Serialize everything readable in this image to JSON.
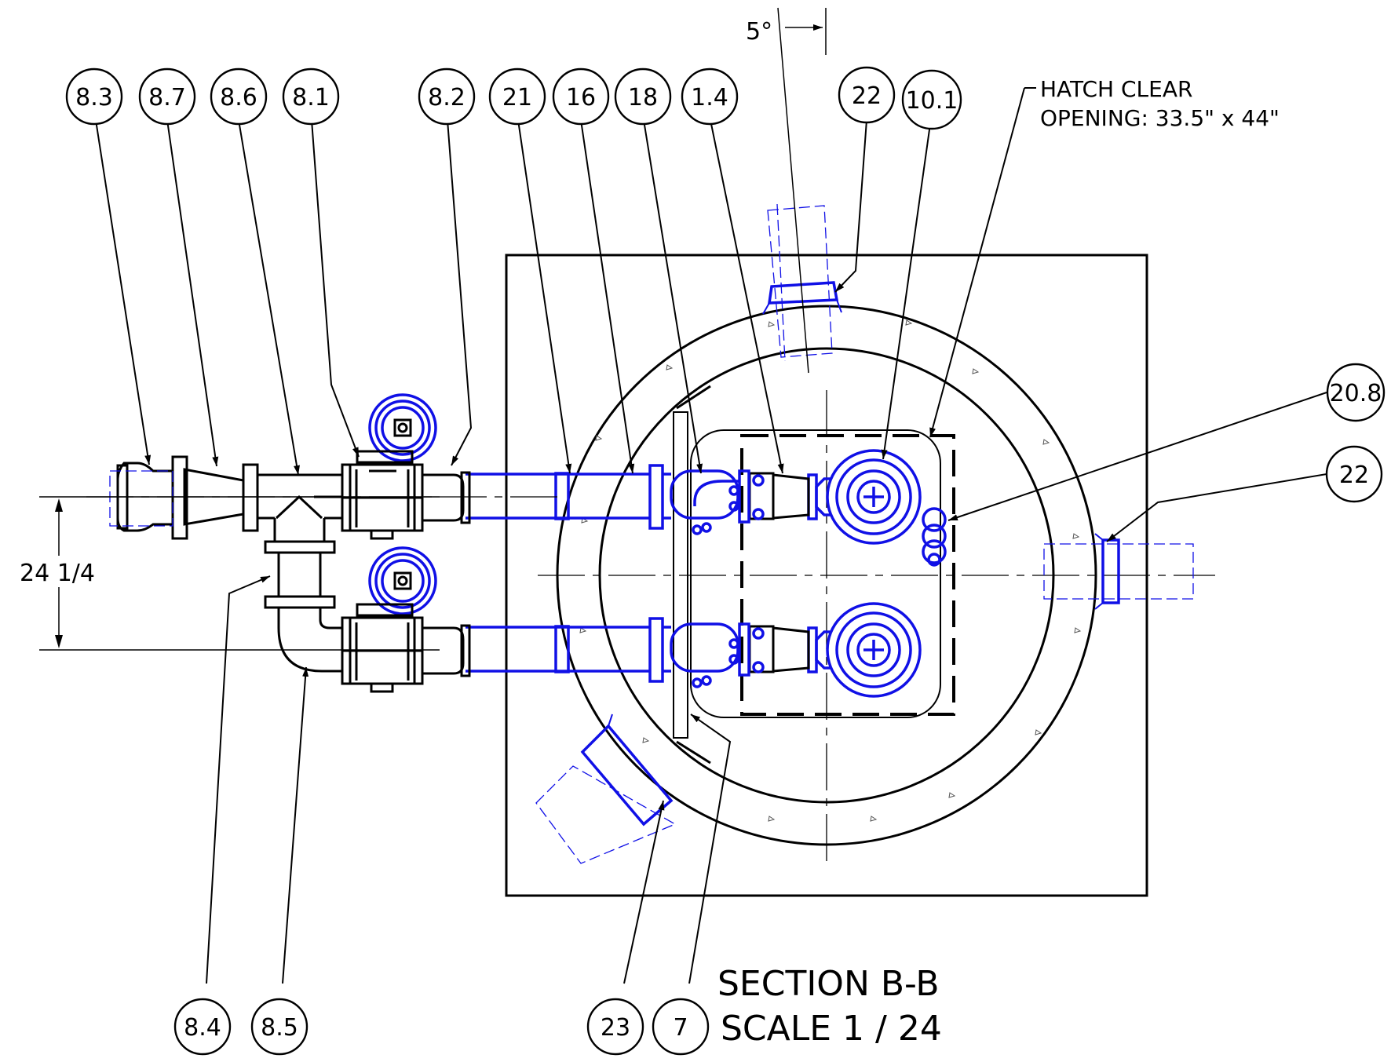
{
  "title": {
    "section": "SECTION B-B",
    "scale": "SCALE 1 / 24"
  },
  "dimensions": {
    "spacing": "24 1/4",
    "angle": "5°"
  },
  "notes": {
    "hatch_line1": "HATCH CLEAR",
    "hatch_line2": "OPENING: 33.5\" x 44\""
  },
  "callouts": {
    "c_8_3": "8.3",
    "c_8_7": "8.7",
    "c_8_6": "8.6",
    "c_8_1": "8.1",
    "c_8_2": "8.2",
    "c_21": "21",
    "c_16": "16",
    "c_18": "18",
    "c_1_4": "1.4",
    "c_22_top": "22",
    "c_10_1": "10.1",
    "c_20_8": "20.8",
    "c_22_right": "22",
    "c_8_4": "8.4",
    "c_8_5": "8.5",
    "c_23": "23",
    "c_7": "7"
  },
  "colors": {
    "linework": "#000000",
    "equipment": "#1010e6"
  }
}
